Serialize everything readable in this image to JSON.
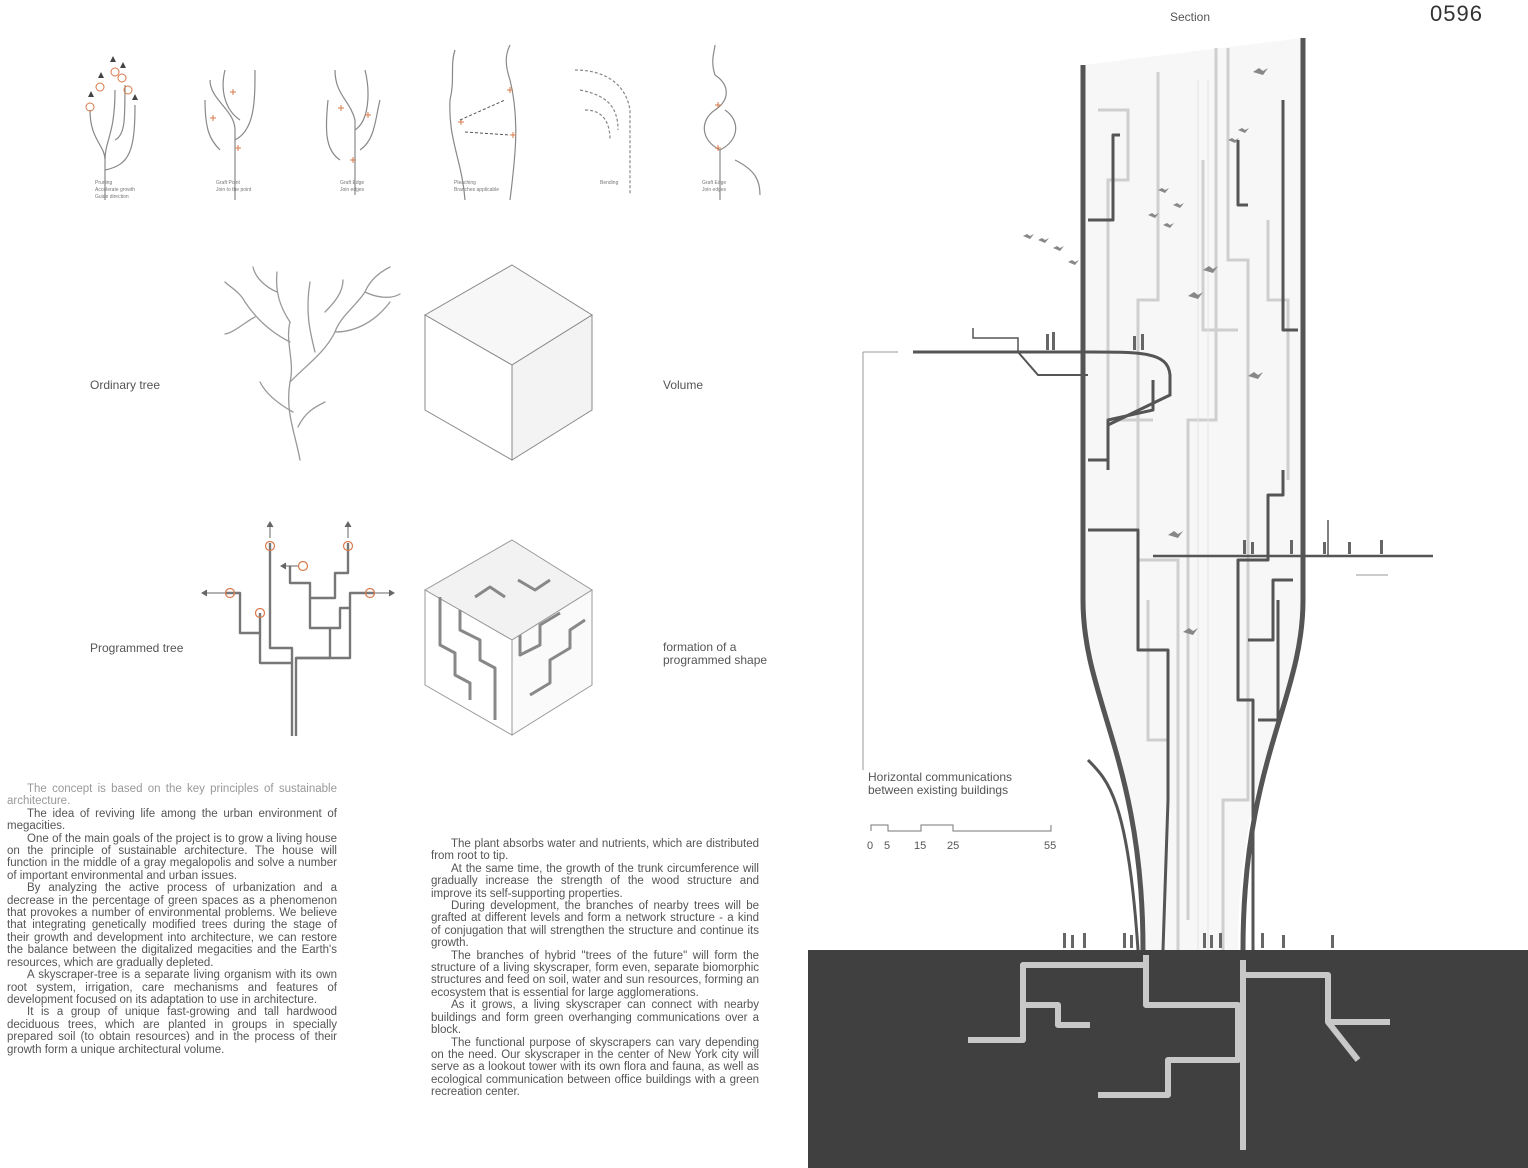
{
  "header": {
    "section_label": "Section",
    "project_code": "0596"
  },
  "techniques": [
    {
      "title": "Pruning",
      "lines": [
        "Accelerate growth",
        "Guide direction"
      ]
    },
    {
      "title": "Graft Point",
      "lines": [
        "Join to the point"
      ]
    },
    {
      "title": "Graft Edge",
      "lines": [
        "Join edges"
      ]
    },
    {
      "title": "Pleaching",
      "lines": [
        "Branches applicable"
      ]
    },
    {
      "title": "Bending",
      "lines": []
    },
    {
      "title": "Graft Edge",
      "lines": [
        "Join edges"
      ]
    }
  ],
  "labels": {
    "ordinary_tree": "Ordinary tree",
    "volume": "Volume",
    "programmed_tree": "Programmed tree",
    "formation_l1": "formation of a",
    "formation_l2": "programmed shape",
    "horizontal_l1": "Horizontal  communications",
    "horizontal_l2": "between existing buildings"
  },
  "scale": {
    "ticks": [
      "0",
      "5",
      "15",
      "25",
      "55"
    ]
  },
  "text_left": [
    "The concept is based on the key principles of sustainable architecture.",
    "The idea of reviving life among the urban environment of megacities.",
    "One of the main goals of the project is to grow a living house on the principle of sustainable architecture. The house will function in the middle of a gray megalopolis and solve a number of important environmental and urban issues.",
    "By analyzing the active process of urbanization and a decrease in the percentage of green spaces as a phenomenon that provokes a number of environmental problems.  We believe that integrating genetically modified trees during the stage of their growth and development into architecture, we can restore the balance between the digitalized megacities and the Earth's resources, which are gradually depleted.",
    "A skyscraper-tree is a separate living organism with its own root system, irrigation, care mechanisms and features of development focused on its adaptation to use in architecture.",
    "It is a group of unique fast-growing and tall hardwood deciduous trees, which are planted in groups in specially prepared soil (to obtain resources) and in the process of their growth form a unique architectural volume."
  ],
  "text_right": [
    "The plant absorbs water and nutrients, which are distributed from root to tip.",
    "At the same time, the growth of the trunk circumference will gradually increase the strength of the wood structure and improve its self-supporting properties.",
    "During development, the branches of nearby trees will be grafted at different levels and form a network structure - a kind of conjugation that will strengthen the structure and continue its growth.",
    "The branches of hybrid \"trees of the future\" will form the structure of a living skyscraper, form even, separate biomorphic structures and feed on soil, water and sun resources, forming an ecosystem that is essential for large agglomerations.",
    "As it grows, a living skyscraper can connect with nearby buildings and form green overhanging communications over a block.",
    "The functional purpose of skyscrapers can vary depending on the need. Our skyscraper in the center of New York city will serve as a lookout tower with its own flora and fauna, as well as ecological communication between office buildings with a green recreation center."
  ],
  "colors": {
    "ground": "#404040",
    "trunk": "#555555",
    "accent": "#d9794a",
    "light": "#c8c8c8"
  }
}
